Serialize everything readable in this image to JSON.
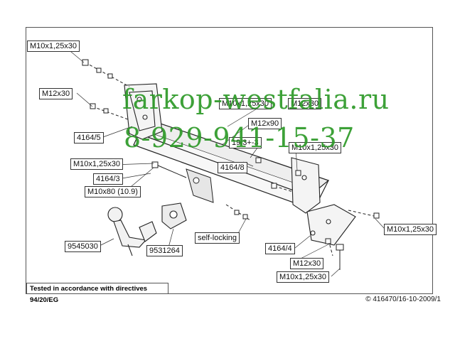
{
  "watermark": {
    "line1": "farkop-westfalia.ru",
    "line2": "8-929-941-15-37",
    "color": "#2f9a2a"
  },
  "callouts": {
    "bolt_top_left": "M10x1,25x30",
    "bolt_m12_left": "M12x30",
    "part_4164_5": "4164/5",
    "bolt_m10_mid": "M10x1,25x30",
    "part_4164_3": "4164/3",
    "bolt_m10x80": "M10x80 (10.9)",
    "bolt_m10_under_wm": "M10x1,25x30",
    "bolt_m12_under_wm": "M12x30",
    "bolt_m12x90": "M12x90",
    "part_19_3_3": "19/3+-3",
    "bolt_m10_right_top": "M10x1,25x30",
    "part_4164_8": "4164/8",
    "part_9545030": "9545030",
    "part_9531264": "9531264",
    "self_locking": "self-locking",
    "part_4164_4": "4164/4",
    "bolt_m10_far_right": "M10x1,25x30",
    "bolt_m12_bottom": "M12x30",
    "bolt_m10_bottom": "M10x1,25x30"
  },
  "footer": {
    "approval": "Tested in accordance with directives 94/20/EG",
    "document_id": "© 416470/16-10-2009/1"
  }
}
